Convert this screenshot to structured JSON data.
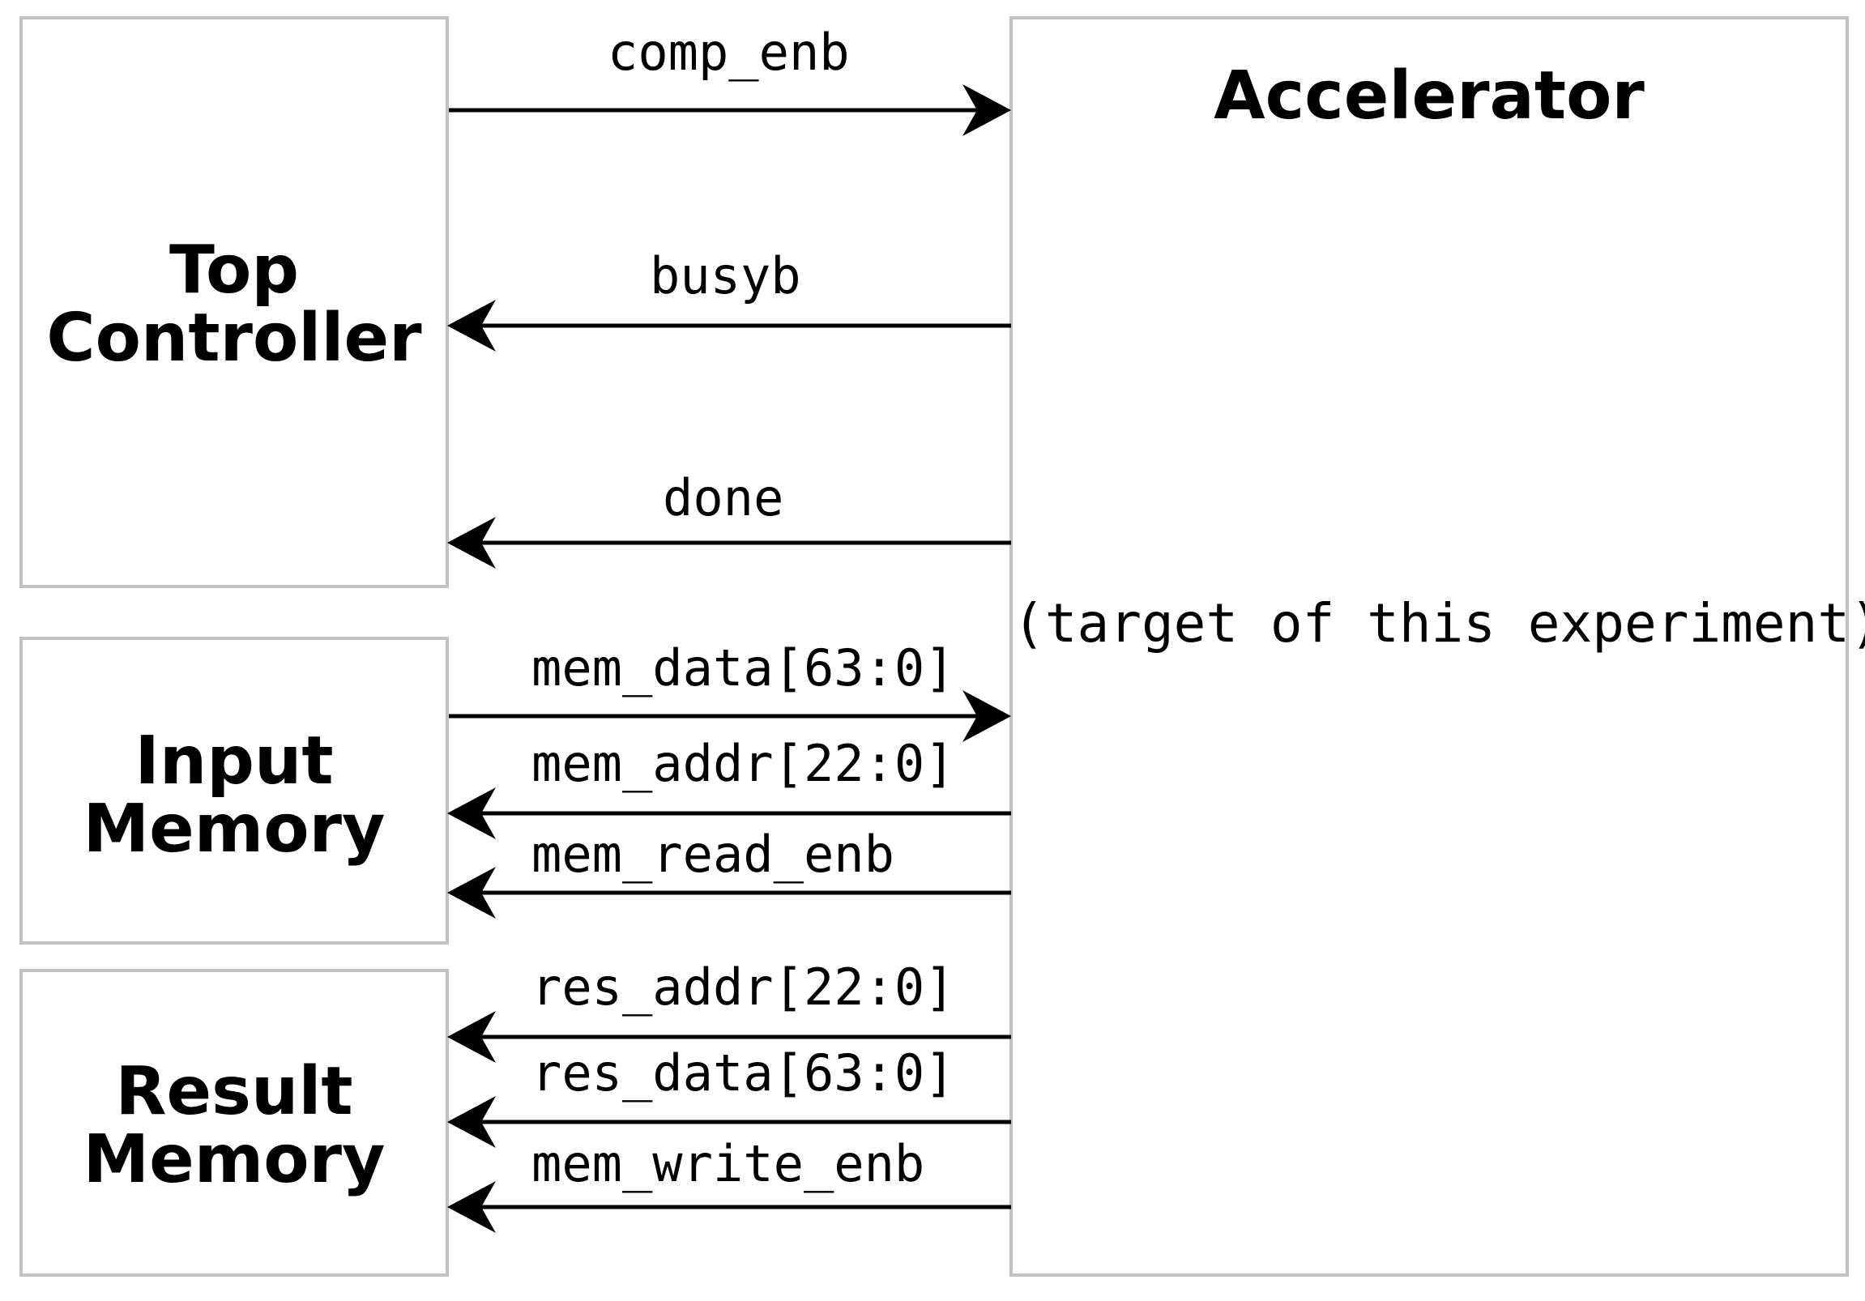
{
  "blocks": {
    "top_controller": {
      "line1": "Top",
      "line2": "Controller"
    },
    "input_memory": {
      "line1": "Input",
      "line2": "Memory"
    },
    "result_memory": {
      "line1": "Result",
      "line2": "Memory"
    },
    "accelerator": {
      "title": "Accelerator",
      "note": "(target of this experiment)"
    }
  },
  "signals": [
    {
      "name": "comp_enb",
      "direction": "to-accelerator"
    },
    {
      "name": "busyb",
      "direction": "from-accelerator"
    },
    {
      "name": "done",
      "direction": "from-accelerator"
    },
    {
      "name": "mem_data[63:0]",
      "direction": "to-accelerator"
    },
    {
      "name": "mem_addr[22:0]",
      "direction": "from-accelerator"
    },
    {
      "name": "mem_read_enb",
      "direction": "from-accelerator"
    },
    {
      "name": "res_addr[22:0]",
      "direction": "from-accelerator"
    },
    {
      "name": "res_data[63:0]",
      "direction": "from-accelerator"
    },
    {
      "name": "mem_write_enb",
      "direction": "from-accelerator"
    }
  ],
  "colors": {
    "border": "#c2c2c2",
    "wire": "#000000",
    "text": "#000000",
    "background": "#ffffff"
  }
}
